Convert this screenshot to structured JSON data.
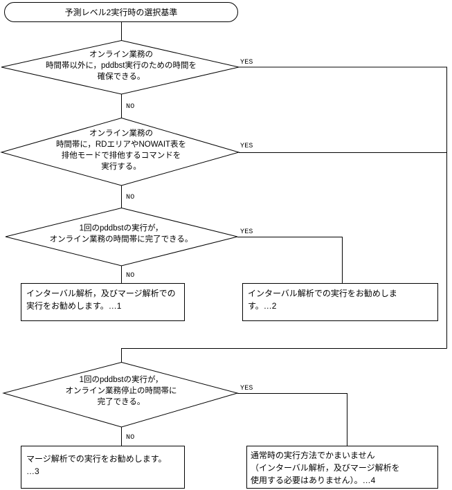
{
  "diagram": {
    "title_node": {
      "label": "予測レベル2実行時の選択基準",
      "shape": "stadium"
    },
    "branch_labels": {
      "yes": "YES",
      "no": "NO"
    },
    "decisions": [
      {
        "id": "d1",
        "lines": [
          "オンライン業務の",
          "時間帯以外に，pddbst実行のための時間を",
          "確保できる。"
        ],
        "yes": "YES",
        "no": "NO"
      },
      {
        "id": "d2",
        "lines": [
          "オンライン業務の",
          "時間帯に，RDエリアやNOWAIT表を",
          "排他モードで排他するコマンドを",
          "実行する。"
        ],
        "yes": "YES",
        "no": "NO"
      },
      {
        "id": "d3",
        "lines": [
          "1回のpddbstの実行が，",
          "オンライン業務の時間帯に完了できる。"
        ],
        "yes": "YES",
        "no": "NO"
      },
      {
        "id": "d4",
        "lines": [
          "1回のpddbstの実行が，",
          "オンライン業務停止の時間帯に",
          "完了できる。"
        ],
        "yes": "YES",
        "no": "NO"
      }
    ],
    "outcomes": [
      {
        "id": "o1",
        "lines": [
          "インターバル解析，及びマージ解析での",
          "実行をお勧めします。…1"
        ],
        "marker": "1"
      },
      {
        "id": "o2",
        "lines": [
          "インターバル解析での実行をお勧めしま",
          "す。…2"
        ],
        "marker": "2"
      },
      {
        "id": "o3",
        "lines": [
          "マージ解析での実行をお勧めします。",
          "…3"
        ],
        "marker": "3"
      },
      {
        "id": "o4",
        "lines": [
          "通常時の実行方法でかまいません",
          "（インターバル解析，及びマージ解析を",
          "使用する必要はありません）。…4"
        ],
        "marker": "4"
      }
    ],
    "colors": {
      "stroke": "#000000",
      "fill": "#ffffff",
      "text": "#000000"
    }
  }
}
